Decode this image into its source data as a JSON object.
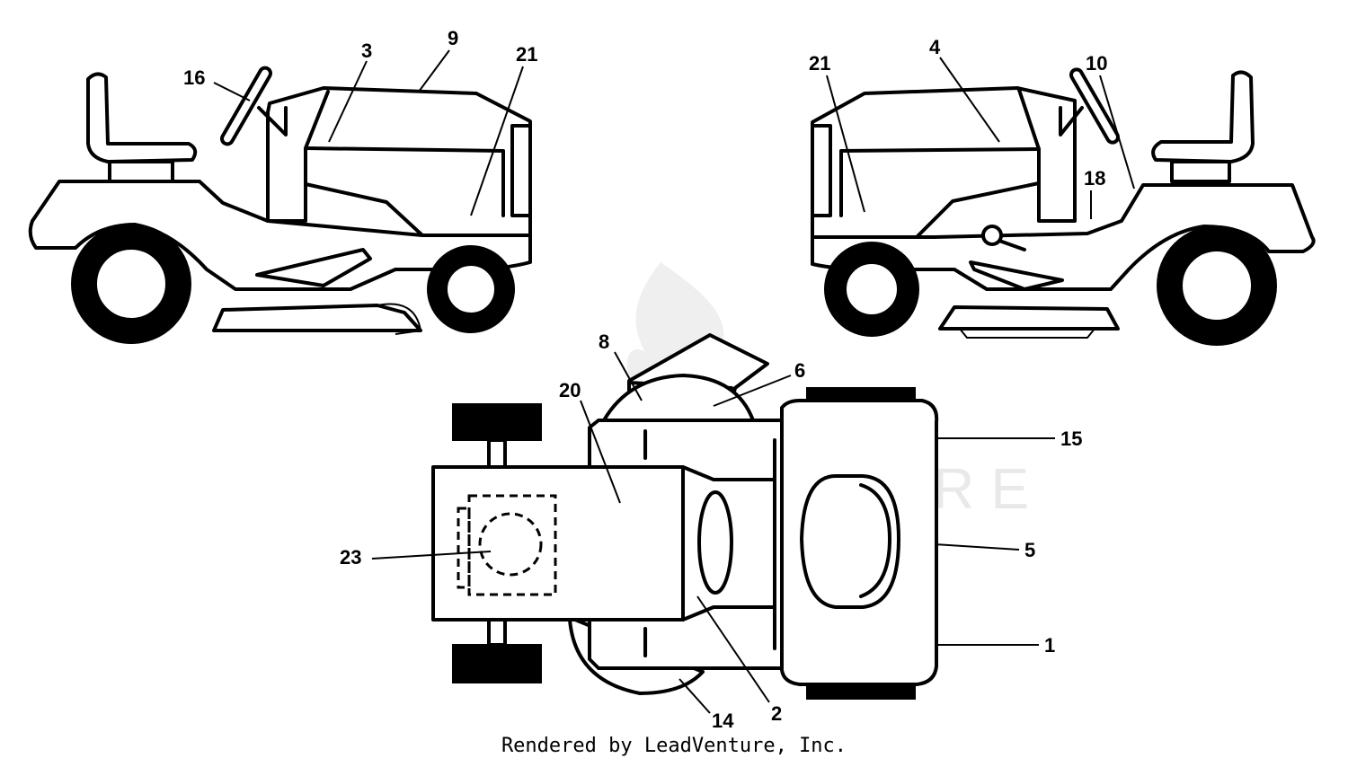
{
  "watermark": {
    "text": "LEADVENTURE"
  },
  "footer": {
    "text": "Rendered by LeadVenture, Inc."
  },
  "callouts": {
    "c16": "16",
    "c3": "3",
    "c9": "9",
    "c21a": "21",
    "c21b": "21",
    "c4": "4",
    "c10": "10",
    "c18": "18",
    "c8": "8",
    "c6": "6",
    "c20": "20",
    "c15": "15",
    "c5": "5",
    "c23": "23",
    "c1": "1",
    "c14": "14",
    "c2": "2"
  }
}
